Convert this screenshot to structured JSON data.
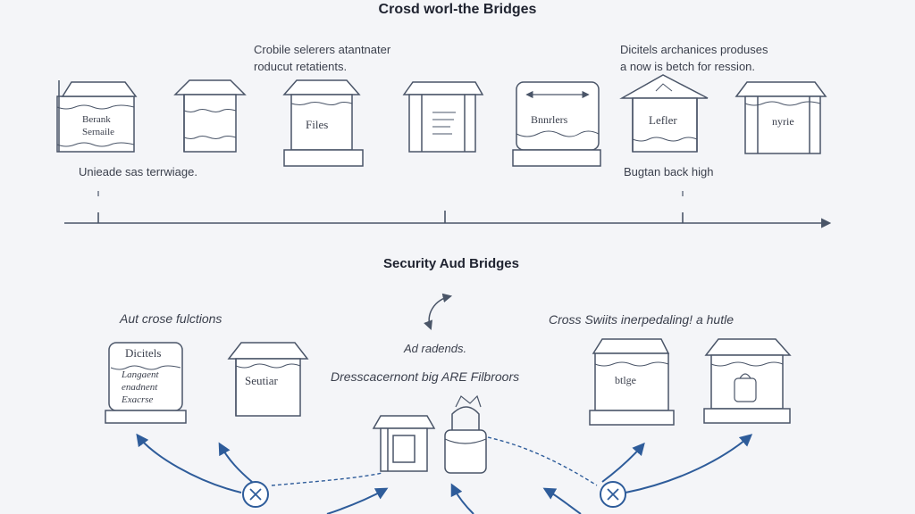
{
  "top_section": {
    "title": "Crosd worl-the Bridges",
    "note_center": [
      "Crobile selerers atantnater",
      "roducut retatients."
    ],
    "note_right": [
      "Dicitels archanices produses",
      "a now is betch for ression."
    ],
    "note_left_bottom": "Unieade sas terrwiage.",
    "note_right_bottom": "Bugtan back high",
    "buildings": [
      {
        "label": [
          "Berank",
          "Sernaile"
        ]
      },
      {
        "label": []
      },
      {
        "label": [
          "Files"
        ]
      },
      {
        "label": []
      },
      {
        "label": [
          "Bnnrlers"
        ]
      },
      {
        "label": [
          "Lefler"
        ]
      },
      {
        "label": [
          "nyrie"
        ]
      }
    ]
  },
  "bottom_section": {
    "title": "Security Aud Bridges",
    "note_left": "Aut crose fulctions",
    "note_center_small": "Ad radends.",
    "note_center": "Dresscacernont big ARE Filbroors",
    "note_right": "Cross Swiits inerpedaling! a hutle",
    "buildings": [
      {
        "label": [
          "Dicitels",
          "Langaent",
          "enadnent",
          "Exacrse"
        ]
      },
      {
        "label": [
          "Seutiar"
        ]
      },
      {
        "label": []
      },
      {
        "label": [
          "btlge"
        ]
      },
      {
        "label": []
      }
    ]
  },
  "colors": {
    "line": "#4a5568",
    "arrow_blue": "#2e5c9a",
    "background": "#f4f5f8"
  },
  "icons": [
    "bidirectional-arrow-icon",
    "cross-circle-icon",
    "lock-icon"
  ]
}
